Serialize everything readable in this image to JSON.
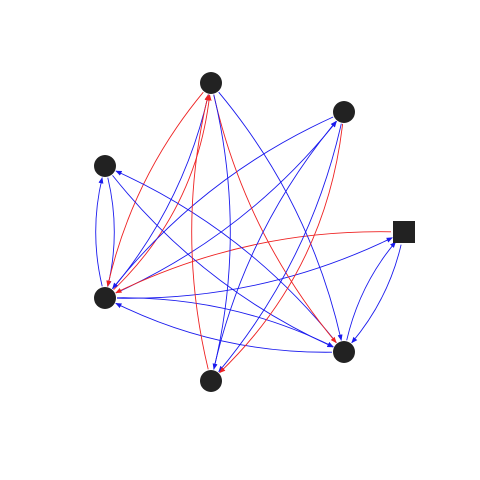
{
  "colors": {
    "background": "#ffffff",
    "node": "#222222",
    "edge_blue": "#1a1aee",
    "edge_red": "#ee2222"
  },
  "nodes": [
    {
      "id": "top",
      "shape": "circle"
    },
    {
      "id": "upper-right",
      "shape": "circle"
    },
    {
      "id": "right-square",
      "shape": "square"
    },
    {
      "id": "lower-right",
      "shape": "circle"
    },
    {
      "id": "bottom",
      "shape": "circle"
    },
    {
      "id": "left-lower",
      "shape": "circle"
    },
    {
      "id": "left-upper",
      "shape": "circle"
    }
  ],
  "edges": [
    {
      "from": "left-upper",
      "to": "left-lower",
      "color": "blue"
    },
    {
      "from": "left-lower",
      "to": "left-upper",
      "color": "blue"
    },
    {
      "from": "left-lower",
      "to": "top",
      "color": "blue"
    },
    {
      "from": "top",
      "to": "left-lower",
      "color": "red"
    },
    {
      "from": "left-lower",
      "to": "top",
      "color": "red"
    },
    {
      "from": "left-lower",
      "to": "upper-right",
      "color": "blue"
    },
    {
      "from": "upper-right",
      "to": "left-lower",
      "color": "blue"
    },
    {
      "from": "left-lower",
      "to": "right-square",
      "color": "blue"
    },
    {
      "from": "right-square",
      "to": "left-lower",
      "color": "red"
    },
    {
      "from": "lower-right",
      "to": "left-lower",
      "color": "blue"
    },
    {
      "from": "left-lower",
      "to": "lower-right",
      "color": "blue"
    },
    {
      "from": "left-upper",
      "to": "lower-right",
      "color": "blue"
    },
    {
      "from": "lower-right",
      "to": "left-upper",
      "color": "blue"
    },
    {
      "from": "top",
      "to": "lower-right",
      "color": "blue"
    },
    {
      "from": "top",
      "to": "lower-right",
      "color": "red"
    },
    {
      "from": "top",
      "to": "bottom",
      "color": "blue"
    },
    {
      "from": "bottom",
      "to": "top",
      "color": "red"
    },
    {
      "from": "upper-right",
      "to": "bottom",
      "color": "blue"
    },
    {
      "from": "bottom",
      "to": "upper-right",
      "color": "blue"
    },
    {
      "from": "upper-right",
      "to": "bottom",
      "color": "red"
    },
    {
      "from": "right-square",
      "to": "lower-right",
      "color": "blue"
    },
    {
      "from": "lower-right",
      "to": "right-square",
      "color": "blue"
    }
  ]
}
